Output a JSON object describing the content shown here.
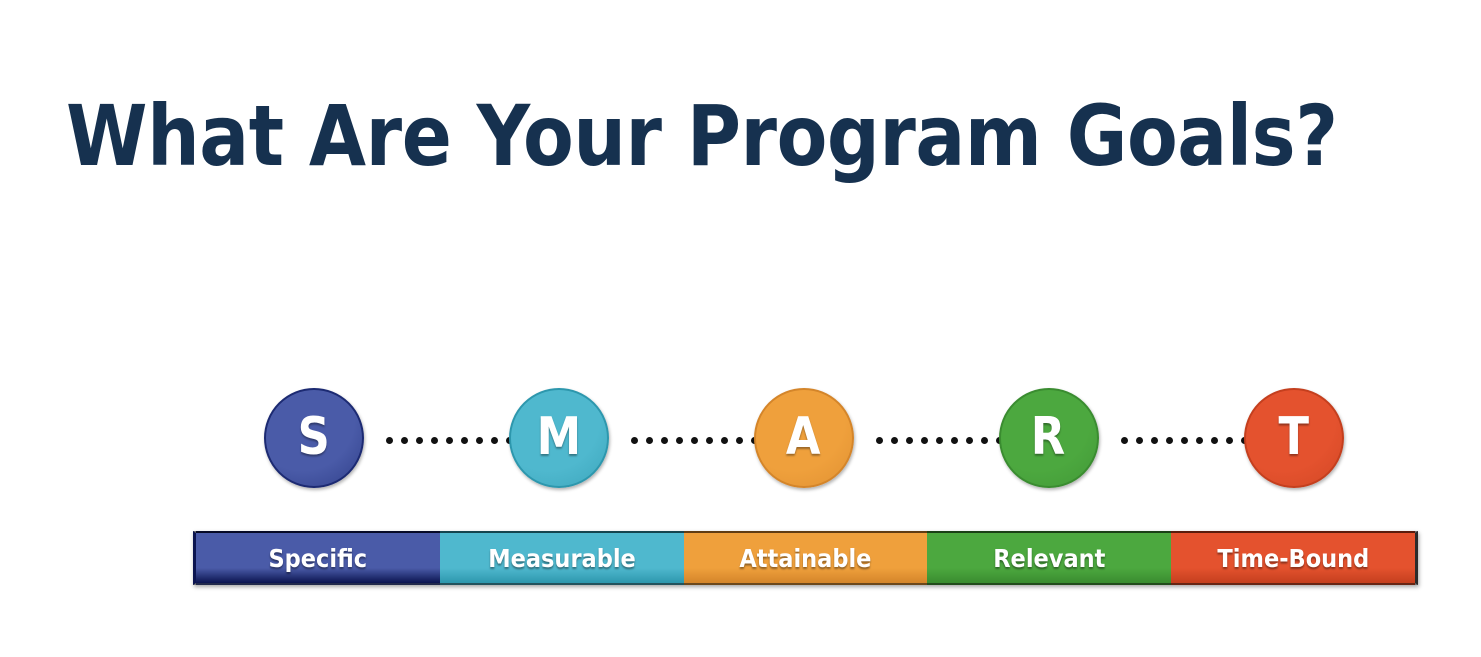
{
  "slide": {
    "title": "What Are Your Program Goals?",
    "background_color": "#ffffff",
    "title_color": "#16314f"
  },
  "diagram": {
    "name": "SMART goals process",
    "type": "process-flow",
    "arrow_style": "dotted-with-solid-arrowhead",
    "arrow_color": "#111111",
    "arrow_count": 4,
    "dots_per_arrow": 9,
    "steps": [
      {
        "letter": "S",
        "label": "Specific",
        "fill_color": "#4a5ba8",
        "border_color": "#1c2a72",
        "bar_color": "#4a5ba8",
        "bar_border_color": "#0b1450"
      },
      {
        "letter": "M",
        "label": "Measurable",
        "fill_color": "#4fb8ce",
        "border_color": "#2d97ad",
        "bar_color": "#4fb8ce",
        "bar_border_color": "#2d97ad"
      },
      {
        "letter": "A",
        "label": "Attainable",
        "fill_color": "#efa03c",
        "border_color": "#d4852a",
        "bar_color": "#efa03c",
        "bar_border_color": "#d4852a"
      },
      {
        "letter": "R",
        "label": "Relevant",
        "fill_color": "#4ca83f",
        "border_color": "#3a8c30",
        "bar_color": "#4ca83f",
        "bar_border_color": "#3a8c30"
      },
      {
        "letter": "T",
        "label": "Time-Bound",
        "fill_color": "#e4522e",
        "border_color": "#c43f1e",
        "bar_color": "#e4522e",
        "bar_border_color": "#c43f1e"
      }
    ]
  }
}
